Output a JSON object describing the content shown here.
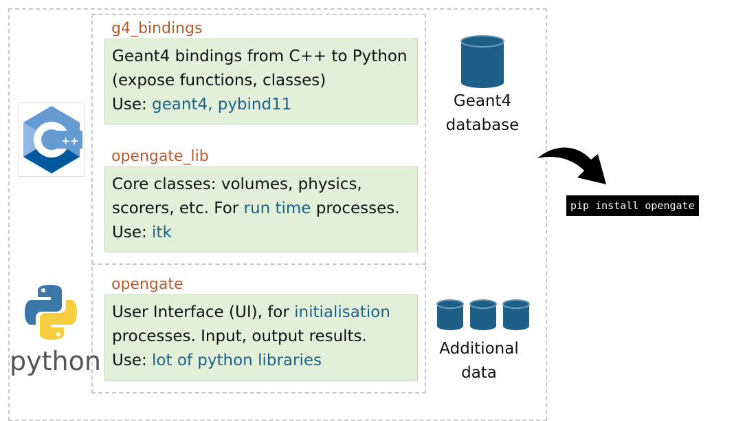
{
  "colors": {
    "title": "#b85a2c",
    "highlight": "#1f5f85",
    "box_bg": "#e2f0d9",
    "db": "#1d5f86"
  },
  "icons": [
    "cpp-logo-icon",
    "python-logo-icon",
    "database-icon",
    "curved-arrow-icon"
  ],
  "g4_bindings": {
    "title": "g4_bindings",
    "line1": "Geant4 bindings from C++ to Python",
    "line2": "(expose functions, classes)",
    "use_prefix": "Use: ",
    "use_value": "geant4, pybind11"
  },
  "opengate_lib": {
    "title": "opengate_lib",
    "line1": "Core classes: volumes, physics,",
    "line2_a": "scorers, etc. For ",
    "line2_hl": "run time",
    "line2_b": " processes.",
    "use_prefix": "Use: ",
    "use_value": "itk"
  },
  "opengate": {
    "title": "opengate",
    "line1_a": "User Interface (UI), for ",
    "line1_hl": "initialisation",
    "line2": "processes. Input, output results.",
    "use_prefix": "Use: ",
    "use_value": "lot of python libraries"
  },
  "geant4_db": {
    "line1": "Geant4",
    "line2": "database"
  },
  "additional_data": {
    "line1": "Additional",
    "line2": "data"
  },
  "python_label": "python",
  "cpp_label": "++",
  "install_command": "pip install opengate"
}
